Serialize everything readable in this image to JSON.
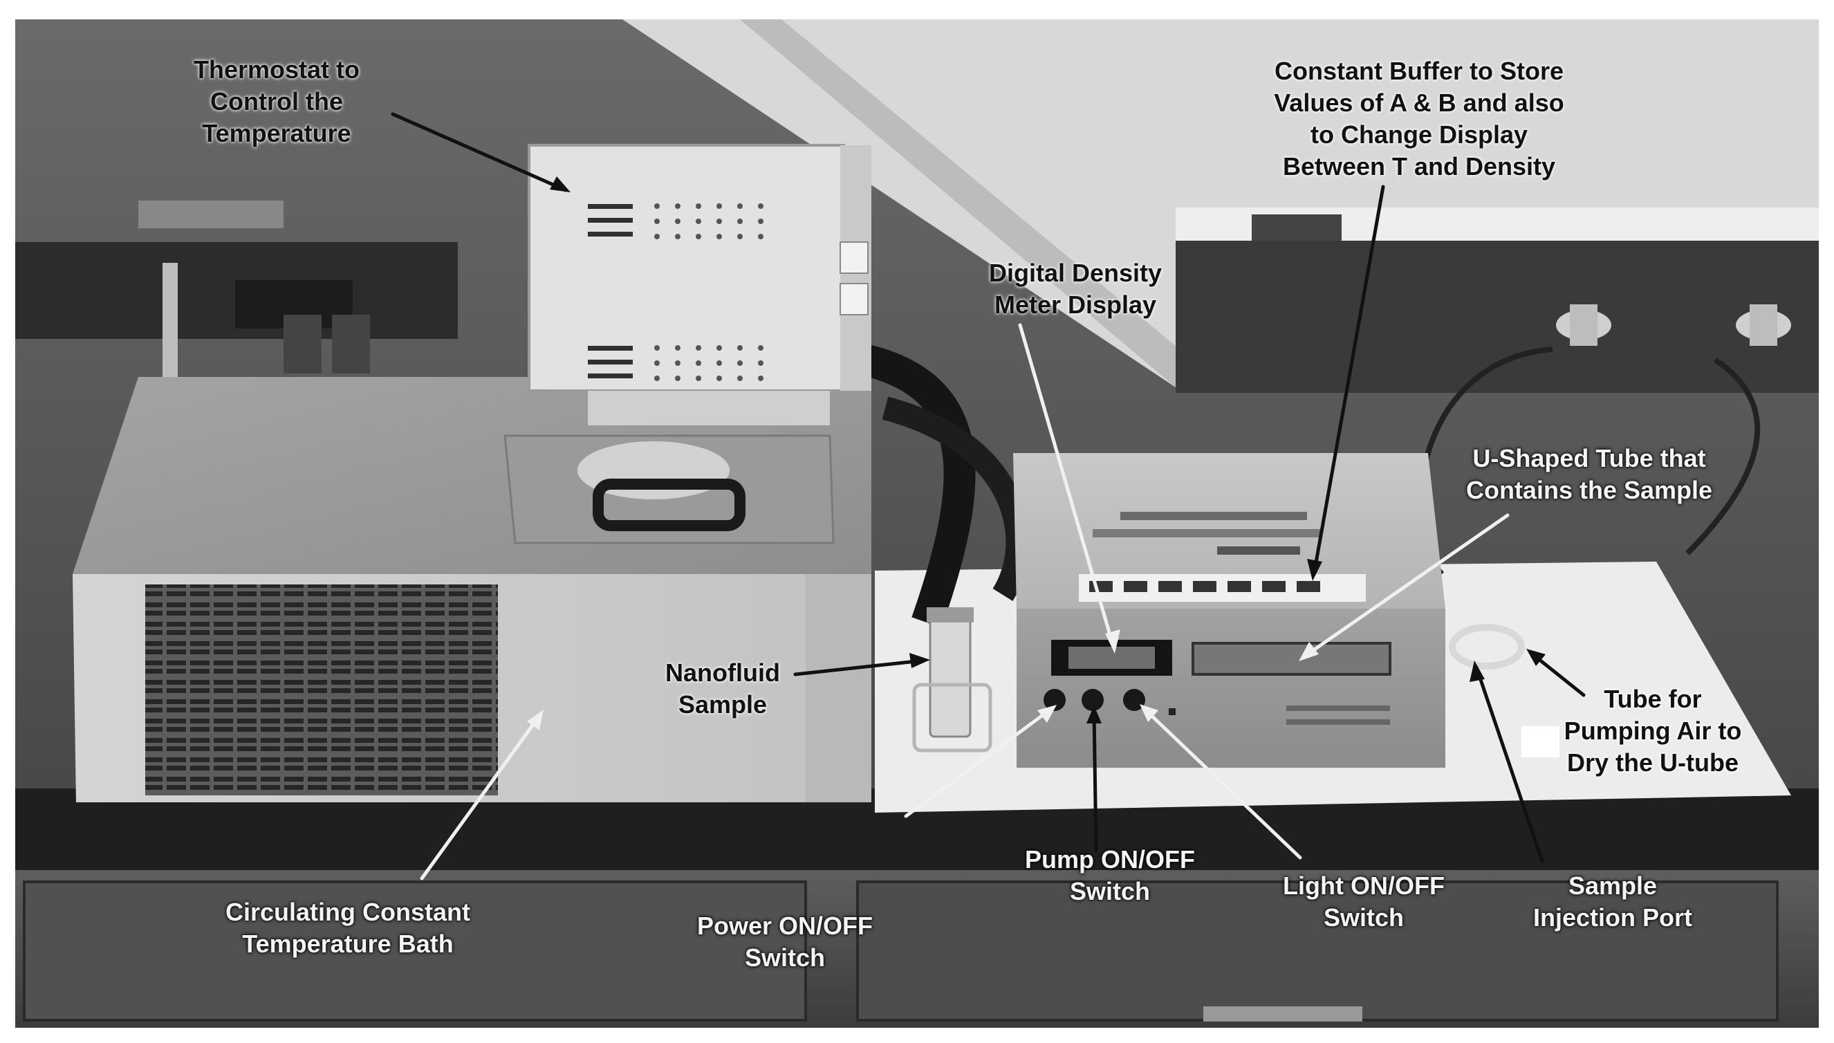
{
  "photo": {
    "subject": "density meter laboratory setup",
    "style": "grayscale photograph with callout labels"
  },
  "labels": {
    "thermostat": [
      "Thermostat to",
      "Control the",
      "Temperature"
    ],
    "constant_buffer": [
      "Constant Buffer to Store",
      "Values of A & B and also",
      "to Change Display",
      "Between T and Density"
    ],
    "density_display": [
      "Digital Density",
      "Meter Display"
    ],
    "u_tube": [
      "U-Shaped Tube that",
      "Contains the Sample"
    ],
    "nanofluid": [
      "Nanofluid",
      "Sample"
    ],
    "air_tube": [
      "Tube for",
      "Pumping Air to",
      "Dry the U-tube"
    ],
    "bath": [
      "Circulating Constant",
      "Temperature Bath"
    ],
    "power_switch": [
      "Power ON/OFF",
      "Switch"
    ],
    "pump_switch": [
      "Pump ON/OFF",
      "Switch"
    ],
    "light_switch": [
      "Light ON/OFF",
      "Switch"
    ],
    "injection_port": [
      "Sample",
      "Injection Port"
    ]
  },
  "colors": {
    "dark_text": "#111111",
    "light_text": "#f4f4f4",
    "arrow_dark": "#111111",
    "arrow_light": "#f0f0f0"
  }
}
